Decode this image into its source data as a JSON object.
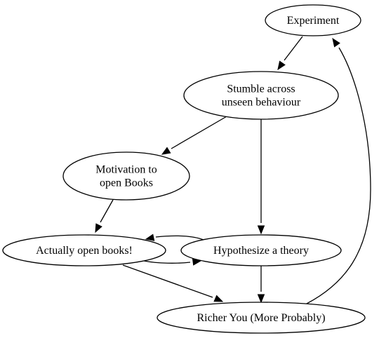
{
  "diagram": {
    "nodes": {
      "experiment": {
        "lines": [
          "Experiment"
        ]
      },
      "stumble": {
        "lines": [
          "Stumble across",
          "unseen behaviour"
        ]
      },
      "motivation": {
        "lines": [
          "Motivation to",
          "open Books"
        ]
      },
      "actually": {
        "lines": [
          "Actually open books!"
        ]
      },
      "hypothesize": {
        "lines": [
          "Hypothesize a theory"
        ]
      },
      "richer": {
        "lines": [
          "Richer You (More Probably)"
        ]
      }
    },
    "edges": [
      {
        "from": "experiment",
        "to": "stumble"
      },
      {
        "from": "stumble",
        "to": "motivation"
      },
      {
        "from": "stumble",
        "to": "hypothesize"
      },
      {
        "from": "motivation",
        "to": "actually"
      },
      {
        "from": "hypothesize",
        "to": "actually"
      },
      {
        "from": "actually",
        "to": "hypothesize"
      },
      {
        "from": "actually",
        "to": "richer"
      },
      {
        "from": "hypothesize",
        "to": "richer"
      },
      {
        "from": "richer",
        "to": "experiment"
      }
    ]
  }
}
